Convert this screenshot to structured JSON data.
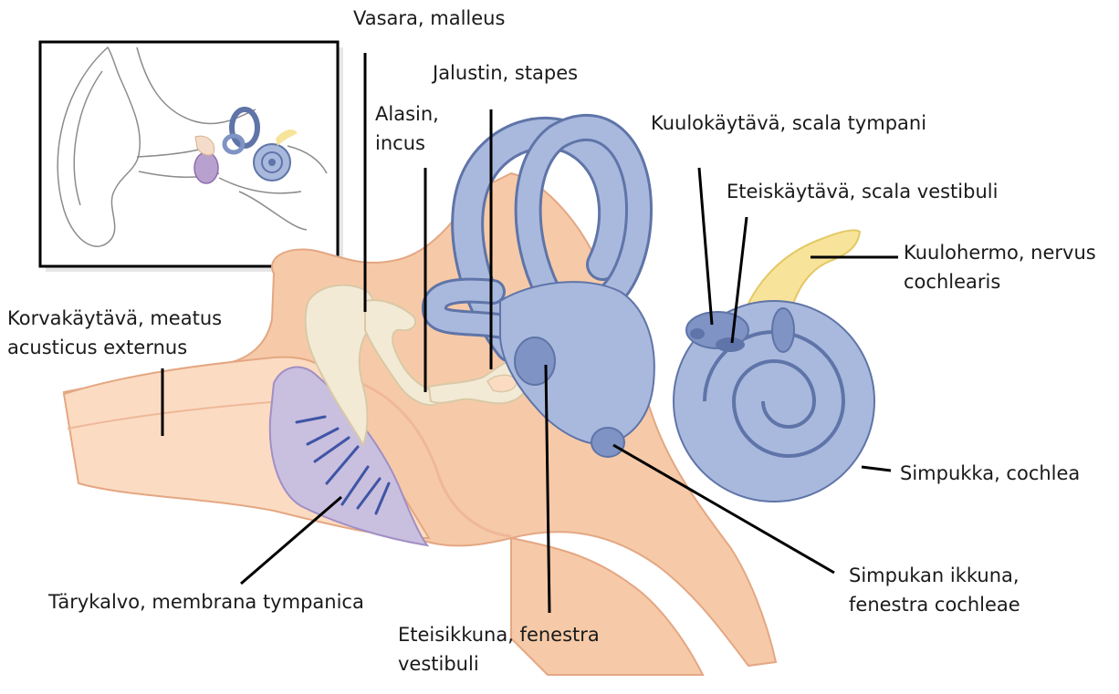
{
  "colors": {
    "flesh": "#f6caa8",
    "flesh_edge": "#e4a783",
    "bone": "#f3ead6",
    "bone_edge": "#d9c9a6",
    "inner_ear": "#a9b9dd",
    "inner_ear_edge": "#5f74a8",
    "inner_ear_dark": "#7f93c4",
    "nerve": "#f7e39a",
    "eardrum": "#c9bfdf",
    "eardrum_stripe": "#3f55a6",
    "leader": "#000000"
  },
  "labels": {
    "malleus": "Vasara, malleus",
    "stapes": "Jalustin, stapes",
    "incus_line1": "Alasin,",
    "incus_line2": "incus",
    "scala_tympani": "Kuulokäytävä, scala tympani",
    "scala_vestibuli": "Eteiskäytävä, scala vestibuli",
    "nerve_line1": "Kuulohermo, nervus",
    "nerve_line2": "cochlearis",
    "canal_line1": "Korvakäytävä, meatus",
    "canal_line2": "acusticus externus",
    "cochlea": "Simpukka, cochlea",
    "round_window_line1": "Simpukan ikkuna,",
    "round_window_line2": "fenestra cochleae",
    "eardrum": "Tärykalvo, membrana tympanica",
    "oval_window_line1": "Eteisikkuna, fenestra",
    "oval_window_line2": "vestibuli"
  }
}
